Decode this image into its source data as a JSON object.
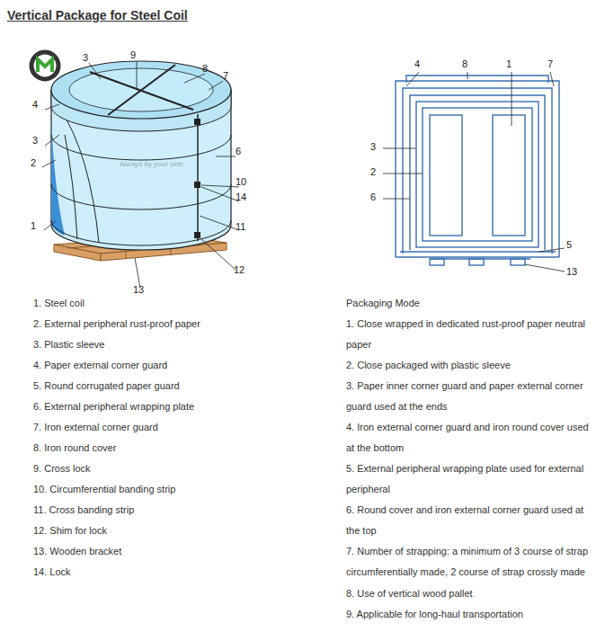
{
  "diagram": {
    "title": "Vertical Package for Steel Coil",
    "labels": [
      "3",
      "9",
      "8",
      "7",
      "4",
      "3",
      "2",
      "1",
      "6",
      "10",
      "14",
      "11",
      "12",
      "13",
      "4",
      "8",
      "1",
      "7",
      "3",
      "2",
      "6",
      "5",
      "13",
      "1. Steel coil",
      "2. External peripheral rust-proof paper",
      "3. Plastic sleeve",
      "4. Paper external corner guard",
      "5. Round corrugated paper guard",
      "6. External peripheral wrapping plate",
      "7. Iron external corner guard",
      "8. Iron round cover",
      "9. Cross lock",
      "10. Circumferential banding strip",
      "11. Cross banding strip",
      "12. Shim for lock",
      "13. Wooden bracket",
      "14. Lock",
      "Packaging Mode",
      "1. Close wrapped in dedicated rust-proof paper neutral paper",
      "2. Close packaged with plastic sleeve",
      "3. Paper inner corner guard and paper external corner guard used at the ends",
      "4. Iron external corner guard and iron round cover used at the bottom",
      "5. External peripheral wrapping plate used for external peripheral",
      "6. Round cover and iron external corner guard used at the top",
      "7. Number of strapping: a minimum of 3 course of strap circumferentially made, 2 course of strap crossly made",
      "8. Use of vertical wood pallet",
      "9. Applicable for long-haul transportation",
      "Always by your side"
    ]
  }
}
